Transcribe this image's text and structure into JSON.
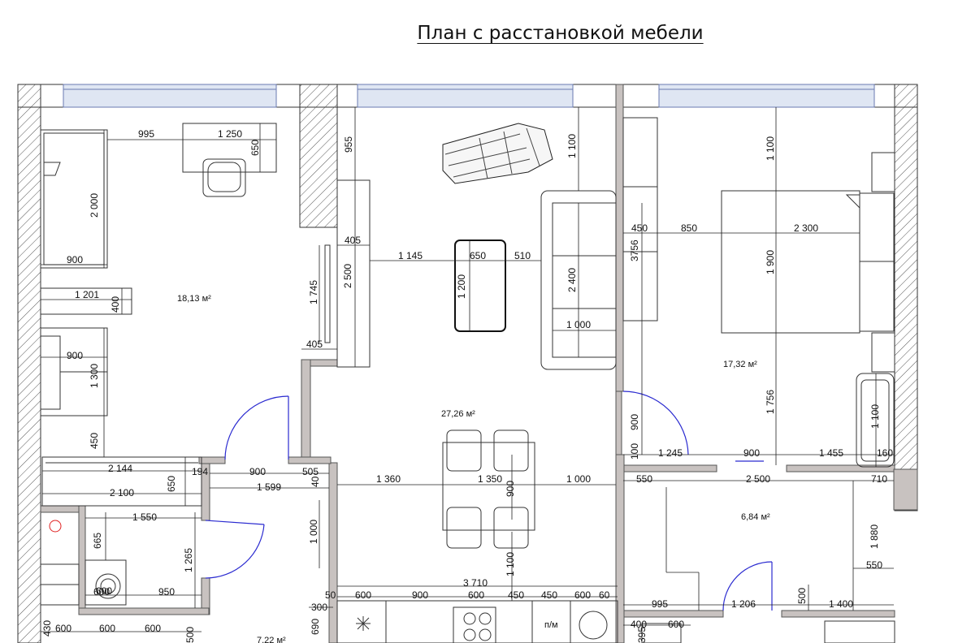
{
  "title": "План с расстановкой мебели",
  "colors": {
    "wall": "#c8c2c0",
    "door_arc": "#2a2ad0",
    "window": "#dfe6f3",
    "line": "#222222",
    "hatch": "#555555",
    "outlet": "#e02020"
  },
  "areas": {
    "bedroom_left": "18,13 м²",
    "living": "27,26 м²",
    "bedroom_right": "17,32 м²",
    "room_small": "6,84 м²",
    "bath": "7,22 м²"
  },
  "dims": {
    "d995a": "995",
    "d1250": "1 250",
    "d650a": "650",
    "d955": "955",
    "d2000": "2 000",
    "d900a": "900",
    "d1201": "1 201",
    "d400a": "400",
    "d405a": "405",
    "d2500": "2 500",
    "d1745": "1 745",
    "d405b": "405",
    "d1145": "1 145",
    "d650b": "650",
    "d510": "510",
    "d1200": "1 200",
    "d1100a": "1 100",
    "d2400": "2 400",
    "d1000a": "1 000",
    "d450a": "450",
    "d850": "850",
    "d2300": "2 300",
    "d3756": "3756",
    "d1100b": "1 100",
    "d1900": "1 900",
    "d900b": "900",
    "d1300": "1 300",
    "d450b": "450",
    "d2144": "2 144",
    "d194": "194",
    "d900c": "900",
    "d505": "505",
    "d650c": "650",
    "d2100": "2 100",
    "d1599": "1 599",
    "d40": "40",
    "d1360": "1 360",
    "d1350": "1 350",
    "d900d": "900",
    "d1000b": "1 000",
    "d1756": "1 756",
    "d900e": "900",
    "d100": "100",
    "d1245": "1 245",
    "d900f": "900",
    "d1455": "1 455",
    "d160": "160",
    "d1100c": "1 100",
    "d550a": "550",
    "d2500b": "2 500",
    "d710": "710",
    "d1550": "1 550",
    "d665": "665",
    "d1265": "1 265",
    "d1000c": "1 000",
    "d1100d": "1 100",
    "d1880": "1 880",
    "d550b": "550",
    "d600a": "600",
    "d950": "950",
    "d3710": "3 710",
    "d50": "50",
    "d600b": "600",
    "d900g": "900",
    "d600c": "600",
    "d450c": "450",
    "d450d": "450",
    "d600d": "600",
    "d60": "60",
    "d300": "300",
    "d690": "690",
    "d995b": "995",
    "d1206": "1 206",
    "d500a": "500",
    "d1400": "1 400",
    "d600e": "600",
    "d600f": "600",
    "d600g": "600",
    "d500b": "500",
    "d400b": "400",
    "d600h": "600",
    "d430": "430",
    "d600i": "600",
    "d395": "395",
    "pm": "п/м"
  }
}
